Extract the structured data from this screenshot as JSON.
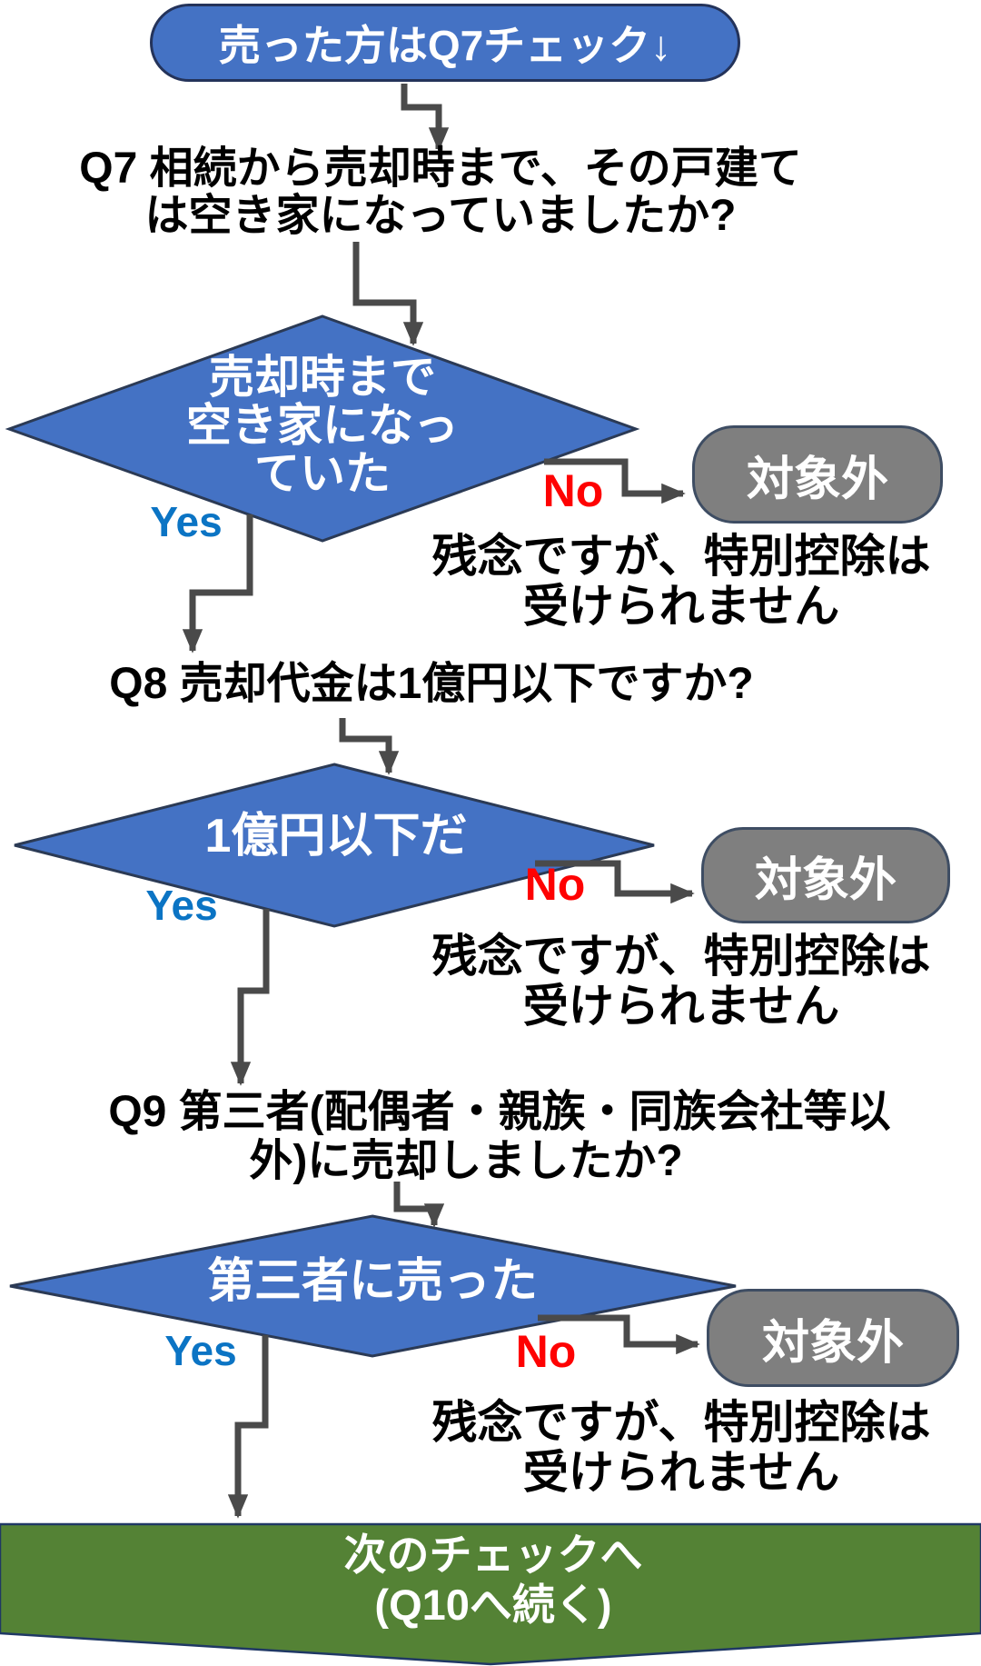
{
  "flowchart": {
    "start": {
      "label": "売った方はQ7チェック↓"
    },
    "questions": [
      {
        "id": "Q7",
        "line1": "Q7 相続から売却時まで、その戸建て",
        "line2": "は空き家になっていましたか?"
      },
      {
        "id": "Q8",
        "line1": "Q8 売却代金は1億円以下ですか?",
        "line2": ""
      },
      {
        "id": "Q9",
        "line1": "Q9 第三者(配偶者・親族・同族会社等以",
        "line2": "外)に売却しましたか?"
      }
    ],
    "decisions": [
      {
        "lines": [
          "売却時まで",
          "空き家になっ",
          "ていた"
        ]
      },
      {
        "lines": [
          "1億円以下だ"
        ]
      },
      {
        "lines": [
          "第三者に売った"
        ]
      }
    ],
    "yes_label": "Yes",
    "no_label": "No",
    "excluded_label": "対象外",
    "fail_line1": "残念ですが、特別控除は",
    "fail_line2": "受けられません",
    "end": {
      "line1": "次のチェックへ",
      "line2": "(Q10へ続く)"
    },
    "colors": {
      "node_blue": "#4472c4",
      "node_border": "#24335a",
      "terminator_gray": "#7f7f7f",
      "terminator_border": "#3e4d63",
      "end_green": "#548235",
      "end_border": "#1f3864",
      "arrow_gray": "#4a4a4a",
      "yes_blue": "#0b74c4",
      "no_red": "#fe0202",
      "text_black": "#000000",
      "text_white": "#ffffff"
    }
  }
}
